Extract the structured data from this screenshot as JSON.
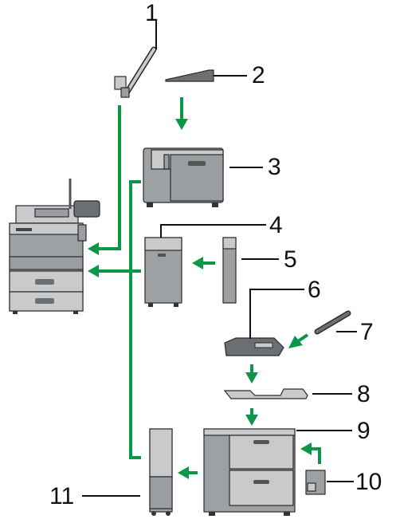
{
  "colors": {
    "arrow_green": "#0a9848",
    "device_gray": "#9ea1a4",
    "device_dark": "#6b6e72",
    "device_light": "#c8cacc",
    "leader_line": "#111111"
  },
  "callouts": [
    "1",
    "2",
    "3",
    "4",
    "5",
    "6",
    "7",
    "8",
    "9",
    "10",
    "11"
  ],
  "components": [
    {
      "id": "main-printer",
      "icon": "printer-icon"
    },
    {
      "id": "component-1",
      "icon": "scanner-arm-icon"
    },
    {
      "id": "component-2",
      "icon": "tray-cover-icon"
    },
    {
      "id": "component-3",
      "icon": "finisher-unit-icon"
    },
    {
      "id": "component-4",
      "icon": "tall-cabinet-icon"
    },
    {
      "id": "component-5",
      "icon": "narrow-module-icon"
    },
    {
      "id": "component-6",
      "icon": "output-tray-icon"
    },
    {
      "id": "component-7",
      "icon": "rod-guide-icon"
    },
    {
      "id": "component-8",
      "icon": "flat-tray-icon"
    },
    {
      "id": "component-9",
      "icon": "paper-feed-unit-icon"
    },
    {
      "id": "component-10",
      "icon": "small-box-icon"
    },
    {
      "id": "component-11",
      "icon": "side-cabinet-icon"
    }
  ]
}
